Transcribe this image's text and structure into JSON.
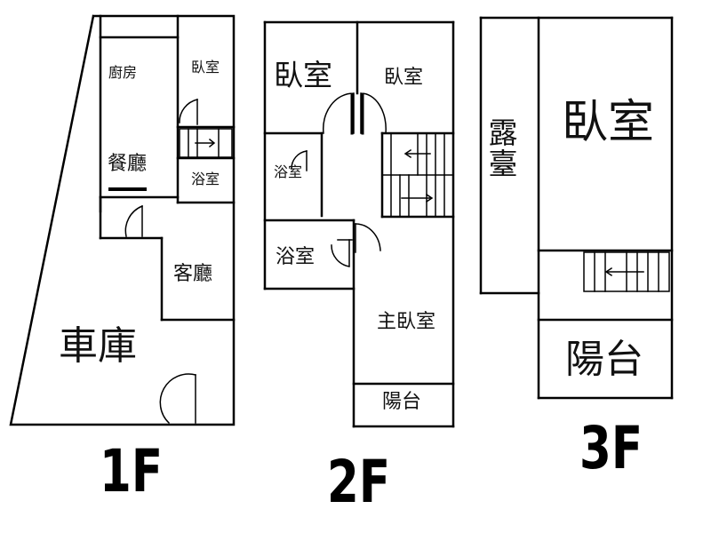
{
  "floors": {
    "f1": {
      "label": "1F",
      "rooms": {
        "kitchen": "廚房",
        "bedroom": "臥室",
        "dining": "餐廳",
        "bath": "浴室",
        "living": "客廳",
        "garage": "車庫"
      }
    },
    "f2": {
      "label": "2F",
      "rooms": {
        "bedroom_left": "臥室",
        "bedroom_right": "臥室",
        "bath_small": "浴室",
        "bath_lower": "浴室",
        "master": "主臥室",
        "balcony": "陽台"
      }
    },
    "f3": {
      "label": "3F",
      "rooms": {
        "terrace": "露臺",
        "bedroom": "臥室",
        "balcony": "陽台"
      }
    }
  },
  "icons": [
    "door-swing-icon",
    "stair-arrow-icon"
  ]
}
